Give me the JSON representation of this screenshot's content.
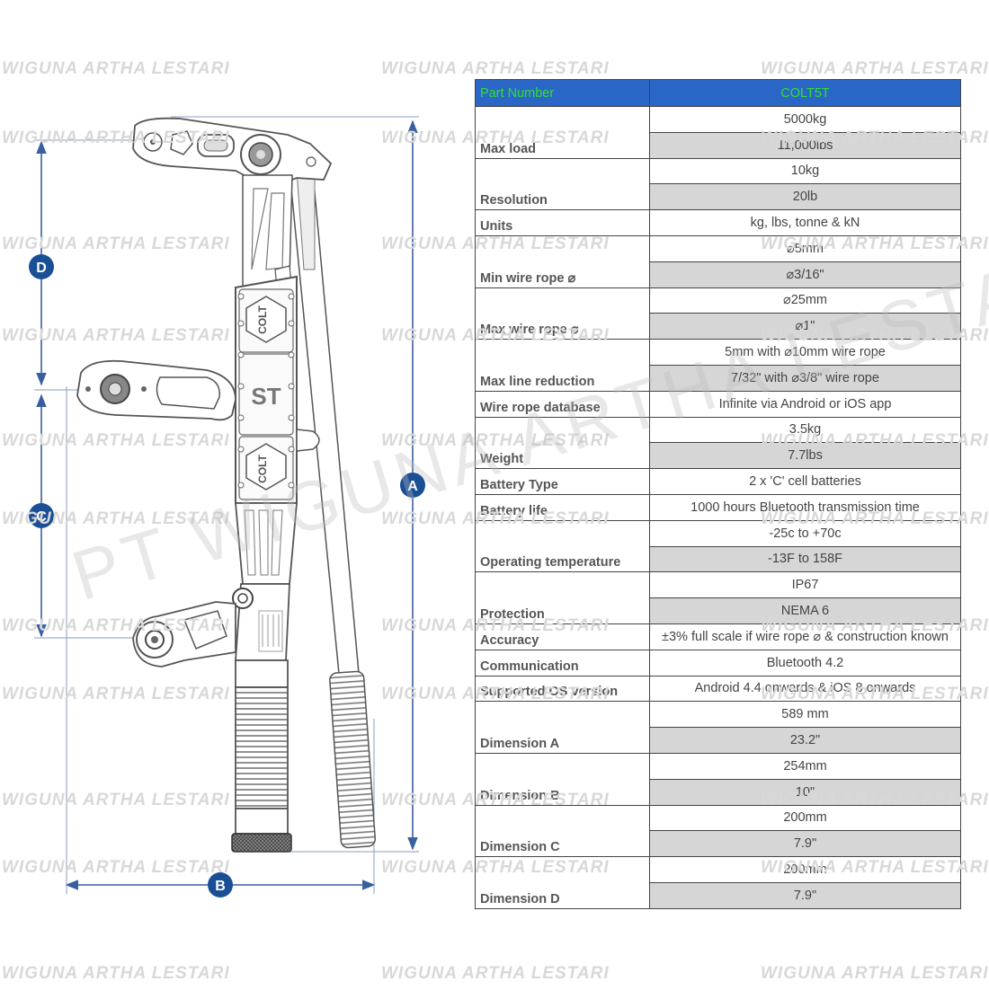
{
  "watermark": {
    "text": "WIGUNA ARTHA LESTARI",
    "big_text": "PT WIGUNA ARTHA LESTARI"
  },
  "diagram": {
    "labels": {
      "a": "A",
      "b": "B",
      "c": "C",
      "d": "D"
    },
    "body_text": {
      "colt_top": "COLT",
      "colt_bottom": "COLT",
      "logo": "ST"
    },
    "colors": {
      "marker": "#1a4f96",
      "dimension_line": "#3a5fa0",
      "outline": "#555555"
    }
  },
  "table": {
    "header": {
      "label": "Part Number",
      "value": "COLT5T"
    },
    "colors": {
      "header_bg": "#2a66c6",
      "header_text": "#30e030",
      "shade": "#d6d6d6"
    },
    "rows": [
      {
        "label": "Max load",
        "values": [
          "5000kg",
          "11,000lbs"
        ]
      },
      {
        "label": "Resolution",
        "values": [
          "10kg",
          "20lb"
        ]
      },
      {
        "label": "Units",
        "values": [
          "kg, lbs, tonne & kN"
        ]
      },
      {
        "label": "Min wire rope ⌀",
        "values": [
          "⌀5mm",
          "⌀3/16\""
        ]
      },
      {
        "label": "Max wire rope ⌀",
        "values": [
          "⌀25mm",
          "⌀1\""
        ]
      },
      {
        "label": "Max line reduction",
        "values": [
          "5mm with ⌀10mm wire rope",
          "7/32\" with ⌀3/8\" wire rope"
        ]
      },
      {
        "label": "Wire rope database",
        "values": [
          "Infinite via Android or iOS app"
        ]
      },
      {
        "label": "Weight",
        "values": [
          "3.5kg",
          "7.7lbs"
        ]
      },
      {
        "label": "Battery Type",
        "values": [
          "2 x 'C' cell batteries"
        ]
      },
      {
        "label": "Battery life",
        "values": [
          "1000 hours Bluetooth transmission time"
        ]
      },
      {
        "label": "Operating temperature",
        "values": [
          "-25c to +70c",
          "-13F to 158F"
        ]
      },
      {
        "label": "Protection",
        "values": [
          "IP67",
          "NEMA 6"
        ]
      },
      {
        "label": "Accuracy",
        "values": [
          "±3% full scale if wire rope ⌀ & construction known"
        ]
      },
      {
        "label": "Communication",
        "values": [
          "Bluetooth 4.2"
        ]
      },
      {
        "label": "Supported OS version",
        "values": [
          "Android 4.4 onwards & iOS 8 onwards"
        ]
      },
      {
        "label": "Dimension A",
        "values": [
          "589 mm",
          "23.2\""
        ]
      },
      {
        "label": "Dimension B",
        "values": [
          "254mm",
          "10\""
        ]
      },
      {
        "label": "Dimension C",
        "values": [
          "200mm",
          "7.9\""
        ]
      },
      {
        "label": "Dimension D",
        "values": [
          "200mm",
          "7.9\""
        ]
      }
    ]
  }
}
